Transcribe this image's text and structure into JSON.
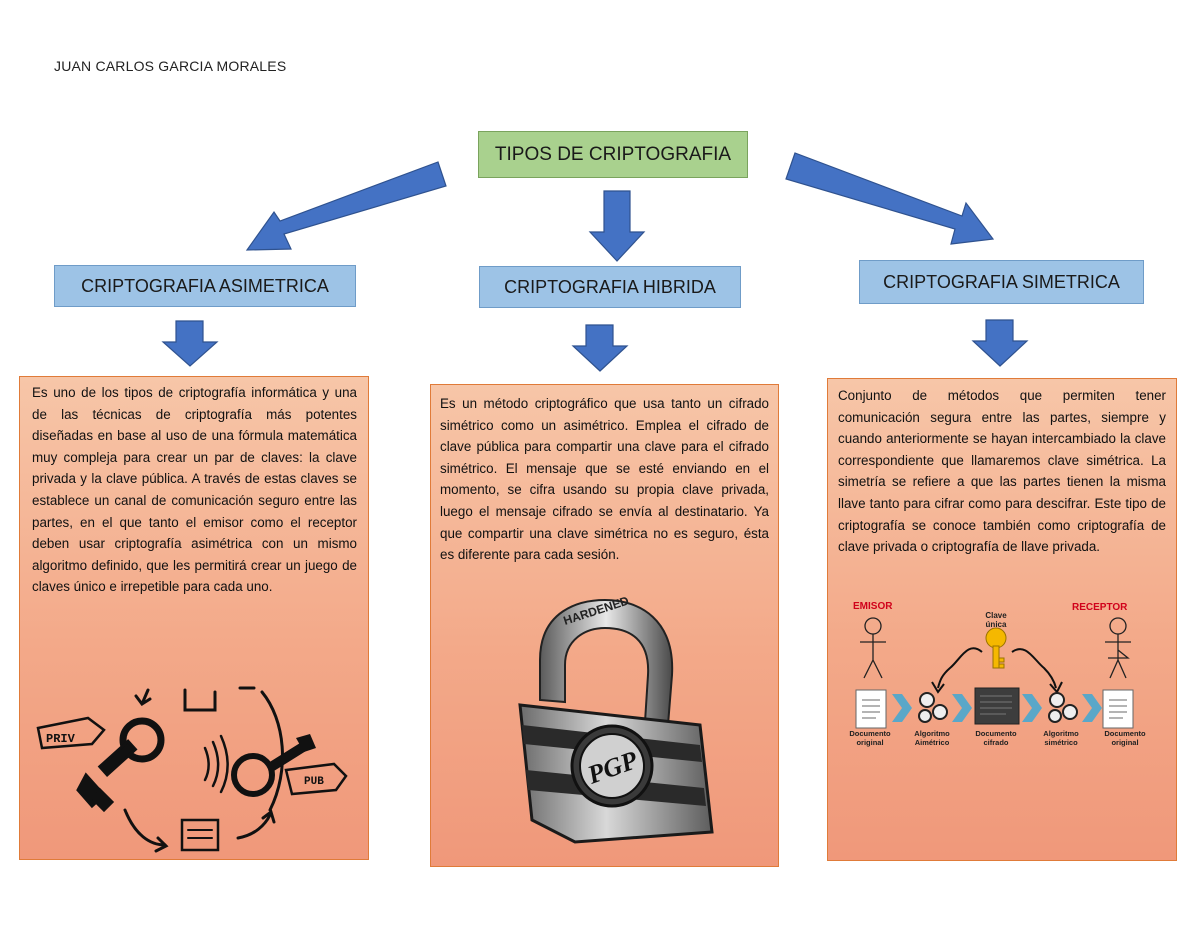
{
  "author": "JUAN CARLOS GARCIA MORALES",
  "title": "TIPOS DE CRIPTOGRAFIA",
  "categories": {
    "asimetrica": {
      "label": "CRIPTOGRAFIA ASIMETRICA",
      "text": " Es uno de los tipos de criptografía informática y una de las técnicas de criptografía más potentes diseñadas en base al uso de una fórmula matemática muy compleja para crear un par de claves: la clave privada y la clave pública. A través de estas claves se establece un canal de comunicación seguro entre las partes, en el que tanto el emisor como el receptor deben usar criptografía asimétrica con un mismo algoritmo definido, que les permitirá crear un juego de claves único e irrepetible para cada uno.",
      "image_labels": {
        "priv": "PRIV",
        "pub": "PUB"
      }
    },
    "hibrida": {
      "label": "CRIPTOGRAFIA HIBRIDA",
      "text": "Es un método criptográfico que usa tanto un cifrado simétrico como un asimétrico. Emplea el cifrado de clave pública para compartir una clave para el cifrado simétrico. El mensaje que se esté enviando en el momento, se cifra usando su propia clave privada, luego el mensaje cifrado se envía al destinatario. Ya que compartir una clave simétrica no es seguro, ésta es diferente para cada sesión.",
      "image_labels": {
        "hardened": "HARDENED",
        "pgp": "PGP"
      }
    },
    "simetrica": {
      "label": "CRIPTOGRAFIA SIMETRICA",
      "text": "Conjunto de métodos que permiten tener comunicación segura entre las partes, siempre y cuando anteriormente se hayan intercambiado la clave correspondiente que llamaremos clave simétrica. La simetría se refiere a que las partes tienen la misma llave tanto para cifrar como para descifrar. Este tipo de criptografía se conoce también como criptografía de clave privada o criptografía de llave privada.",
      "image_labels": {
        "emisor": "EMISOR",
        "receptor": "RECEPTOR",
        "clave_1": "Clave",
        "clave_2": "única",
        "doc_original_1": "Documento",
        "doc_original_2": "original",
        "alg_asim_1": "Algoritmo",
        "alg_asim_2": "Aimétrico",
        "doc_cifrado_1": "Documento",
        "doc_cifrado_2": "cifrado",
        "alg_sim_1": "Algoritmo",
        "alg_sim_2": "simétrico",
        "doc_final_1": "Documento",
        "doc_final_2": "original"
      }
    }
  },
  "colors": {
    "title_fill": "#a9d18e",
    "category_fill": "#9dc3e6",
    "arrow_fill": "#4472c4",
    "card_border": "#e07b39",
    "card_fill": "#f3a989"
  }
}
